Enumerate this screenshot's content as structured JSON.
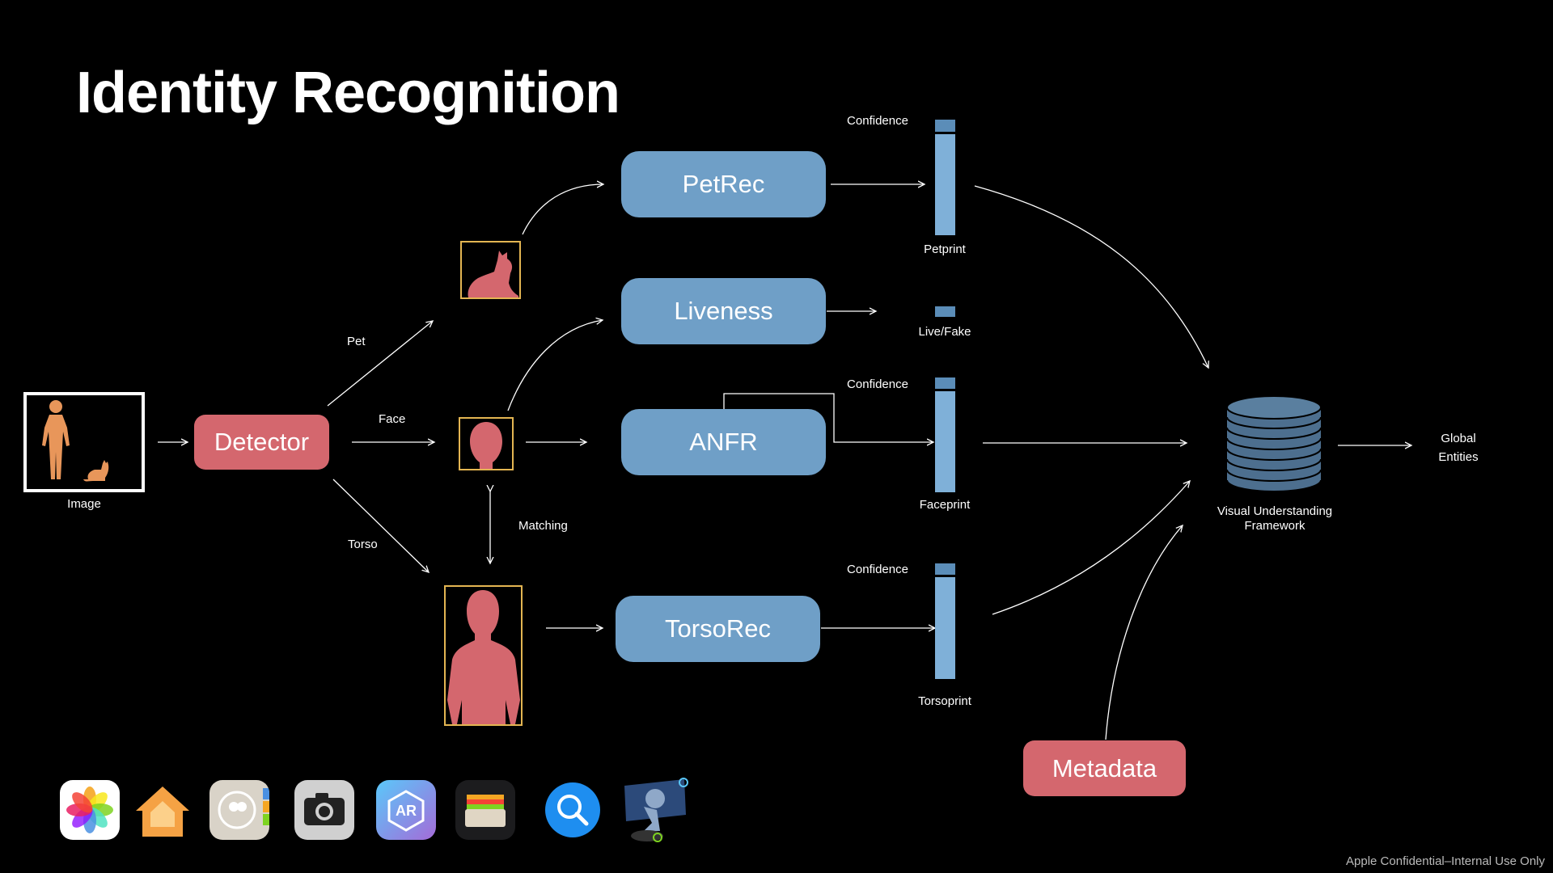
{
  "title": "Identity Recognition",
  "input": {
    "label": "Image"
  },
  "detector": {
    "label": "Detector"
  },
  "branch_labels": {
    "pet": "Pet",
    "face": "Face",
    "torso": "Torso",
    "matching": "Matching"
  },
  "models": {
    "petrec": "PetRec",
    "liveness": "Liveness",
    "anfr": "ANFR",
    "torsorec": "TorsoRec"
  },
  "outputs": {
    "confidence": "Confidence",
    "petprint": "Petprint",
    "livefake": "Live/Fake",
    "faceprint": "Faceprint",
    "torsoprint": "Torsoprint"
  },
  "framework": {
    "label_line1": "Visual Understanding",
    "label_line2": "Framework"
  },
  "global": {
    "line1": "Global",
    "line2": "Entities"
  },
  "metadata": {
    "label": "Metadata"
  },
  "dock_icons": [
    "photos-icon",
    "home-icon",
    "contacts-icon",
    "camera-icon",
    "arkit-icon",
    "wallet-icon",
    "search-icon",
    "reality-icon"
  ],
  "footer": "Apple Confidential–Internal Use Only",
  "colors": {
    "model_blue": "#6f9fc7",
    "accent_red": "#d4676e",
    "crop_border": "#e3b552",
    "silhouette": "#d4676e",
    "person_orange": "#e8965a",
    "database": "#4d6f8f"
  }
}
